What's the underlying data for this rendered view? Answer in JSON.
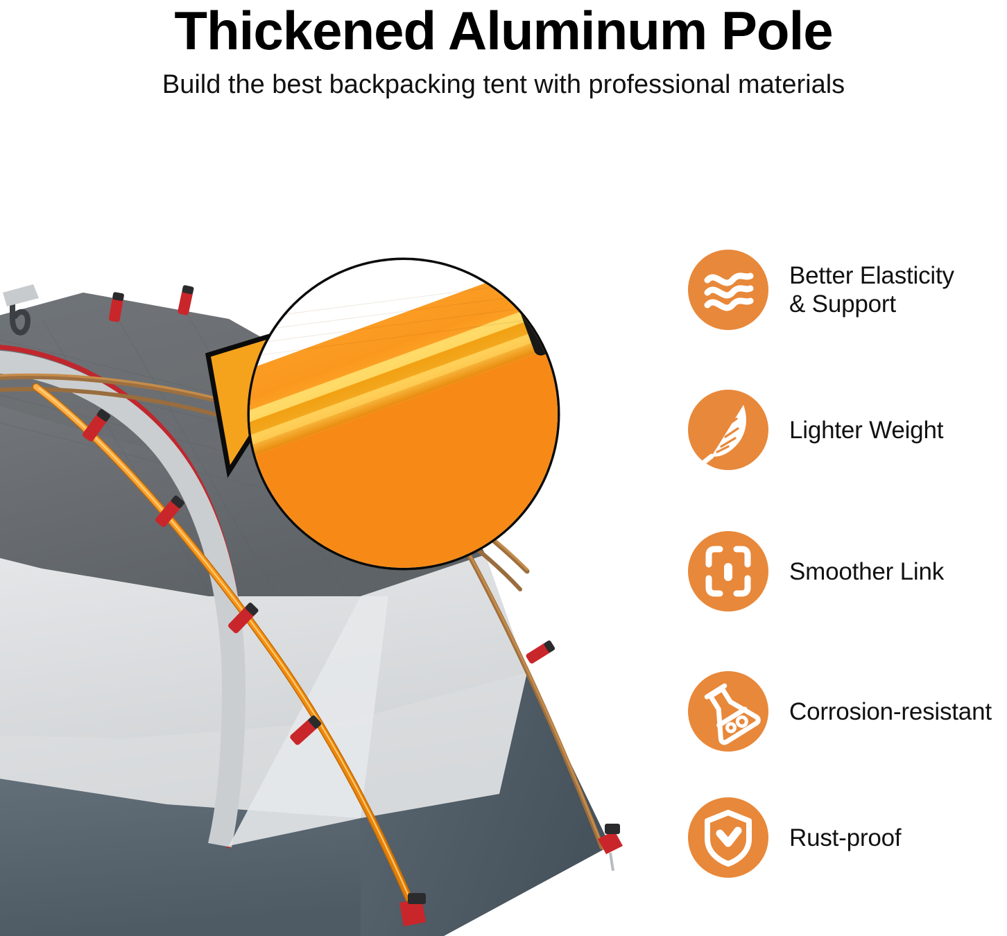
{
  "header": {
    "title": "Thickened Aluminum Pole",
    "subtitle": "Build the best backpacking tent with professional materials"
  },
  "colors": {
    "accent_orange": "#E8883A",
    "icon_fill": "#FFFFFF",
    "title_color": "#000000",
    "background": "#FFFFFF",
    "pole_orange": "#F58F1E",
    "pole_gold": "#F5B820",
    "tent_mesh_gray": "#6E7276",
    "tent_body_light_gray": "#D9DBDD",
    "tent_floor_dark_gray": "#5A6670",
    "tent_trim_red": "#C0272D",
    "callout_outline": "#0B0B0B"
  },
  "product_photo": {
    "alt": "Backpacking tent with orange aluminum poles, red clips and gray fly",
    "magnifier_callout": {
      "subject": "magnified thickened aluminum tent pole with black ferrule joint",
      "shape": "circle-with-pointer-tail"
    }
  },
  "features": [
    {
      "icon": "waves-icon",
      "lines": [
        "Better Elasticity",
        "& Support"
      ]
    },
    {
      "icon": "feather-icon",
      "lines": [
        "Lighter Weight"
      ]
    },
    {
      "icon": "link-connector-icon",
      "lines": [
        "Smoother Link"
      ]
    },
    {
      "icon": "flask-icon",
      "lines": [
        "Corrosion-resistant"
      ]
    },
    {
      "icon": "shield-check-icon",
      "lines": [
        "Rust-proof"
      ]
    }
  ]
}
